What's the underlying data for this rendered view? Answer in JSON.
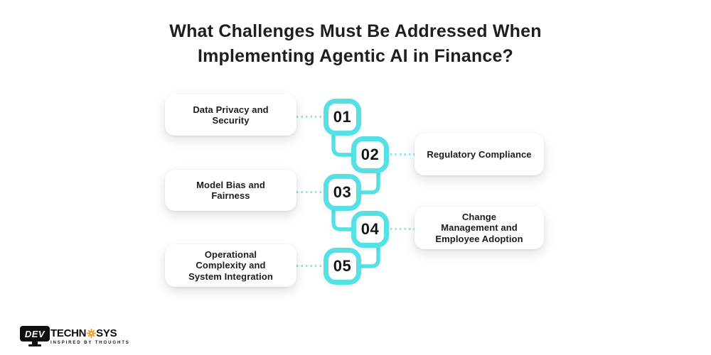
{
  "title": "What Challenges Must Be Addressed When\nImplementing Agentic AI in Finance?",
  "items": [
    {
      "num": "01",
      "label": "Data Privacy and\nSecurity"
    },
    {
      "num": "02",
      "label": "Regulatory Compliance"
    },
    {
      "num": "03",
      "label": "Model Bias and\nFairness"
    },
    {
      "num": "04",
      "label": "Change\nManagement and\nEmployee Adoption"
    },
    {
      "num": "05",
      "label": "Operational\nComplexity and\nSystem Integration"
    }
  ],
  "logo": {
    "monitor_text": "DEV",
    "word_part1": "TECHN",
    "word_part2": "SYS",
    "tagline": "INSPIRED BY THOUGHTS"
  },
  "colors": {
    "accent_cyan": "#55E0E6",
    "dotted_line": "#8AE9EE",
    "title_text": "#1E1E1E",
    "box_text": "#1C1C1C",
    "number_text": "#141414",
    "logo_orange": "#F7941D",
    "logo_black": "#101010",
    "background": "#FFFFFF"
  }
}
